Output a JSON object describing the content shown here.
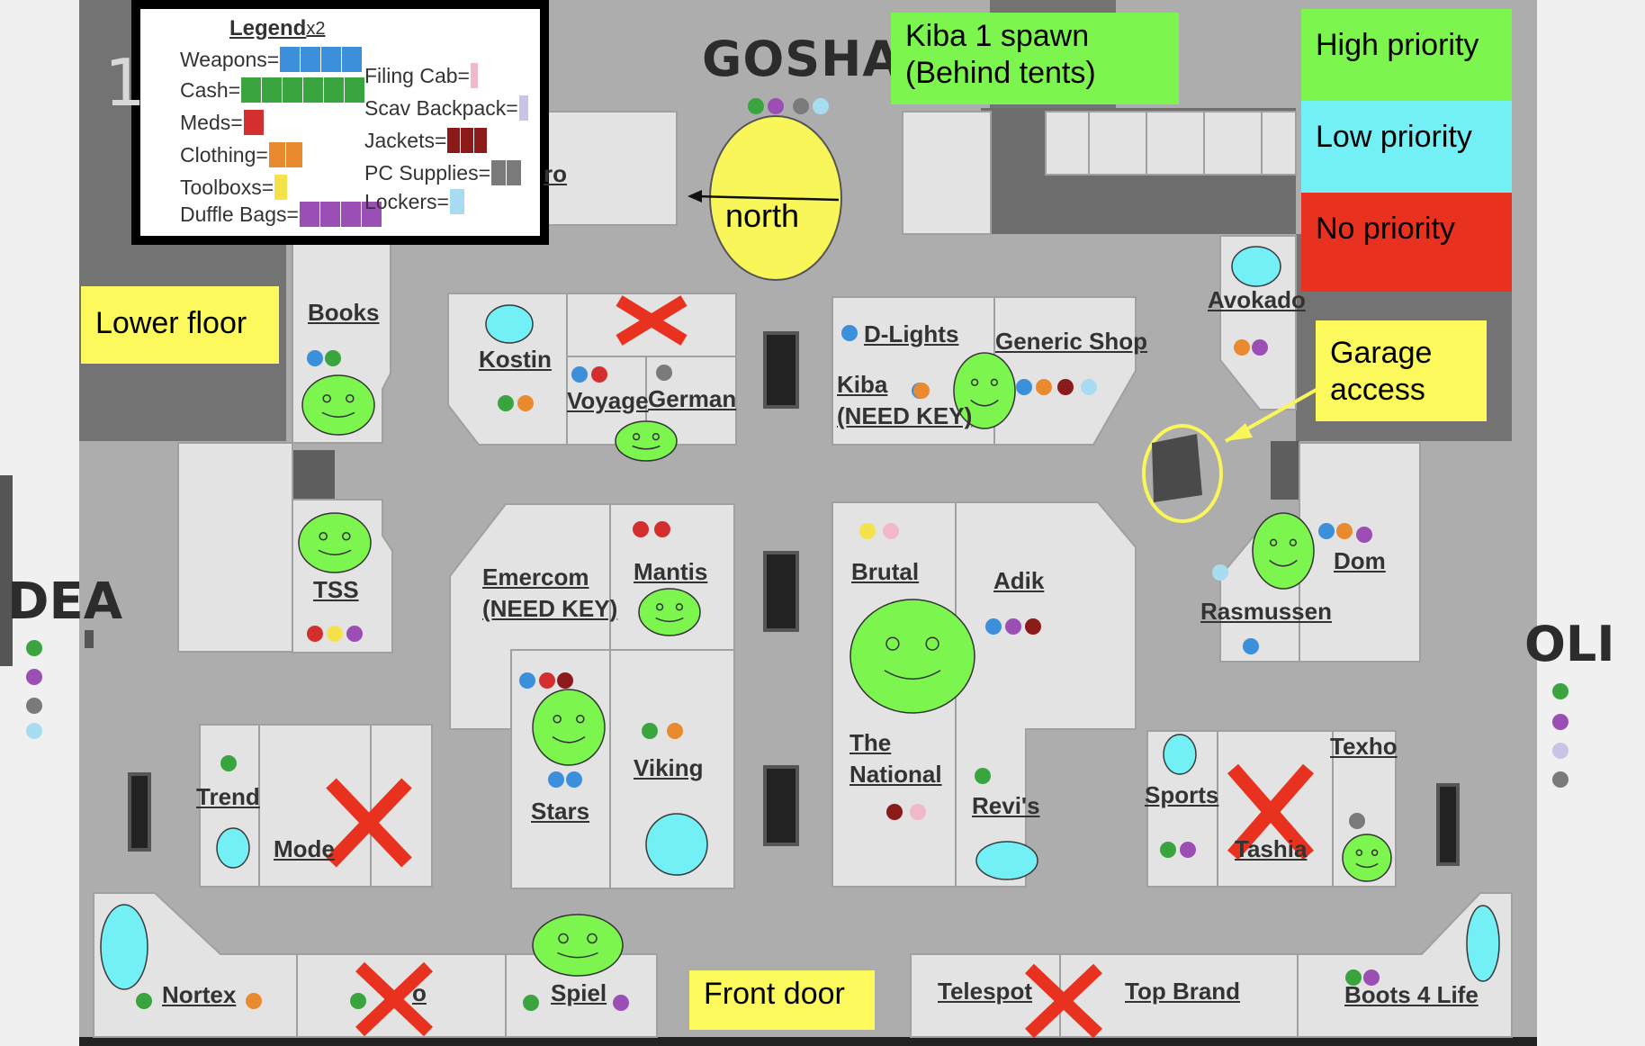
{
  "floor_number": "1",
  "compass": {
    "label": "north"
  },
  "notes": {
    "lower_floor": "Lower floor",
    "kiba_spawn": "Kiba 1 spawn\n(Behind tents)",
    "garage_access": "Garage\naccess",
    "front_door": "Front door"
  },
  "priority_key": [
    {
      "label": "High priority",
      "color": "#7cf54f"
    },
    {
      "label": "Low priority",
      "color": "#72f0f5"
    },
    {
      "label": "No priority",
      "color": "#e8321f"
    }
  ],
  "legend": {
    "title": "Legend",
    "multiplier": "x2",
    "items": [
      {
        "label": "Weapons=",
        "color": "#3b8fdb",
        "count": 4
      },
      {
        "label": "Cash=",
        "color": "#3aa53e",
        "count": 6
      },
      {
        "label": "Meds=",
        "color": "#d42f2f",
        "count": 1
      },
      {
        "label": "Clothing=",
        "color": "#e98a2e",
        "count": 2
      },
      {
        "label": "Toolboxs=",
        "color": "#f4e24a",
        "count": 1
      },
      {
        "label": "Duffle Bags=",
        "color": "#9b4fb5",
        "count": 4
      },
      {
        "label": "Filing Cab=",
        "color": "#f0b9c8",
        "count": 1
      },
      {
        "label": "Scav Backpack=",
        "color": "#c9c3e6",
        "count": 1
      },
      {
        "label": "Jackets=",
        "color": "#8b1a1a",
        "count": 3
      },
      {
        "label": "PC Supplies=",
        "color": "#7a7a7a",
        "count": 2
      },
      {
        "label": "Lockers=",
        "color": "#a8dcf0",
        "count": 1
      }
    ]
  },
  "directions": {
    "goshan": "GOSHAN",
    "idea": "DEA",
    "oli": "OLI"
  },
  "stores": [
    {
      "name": "Books"
    },
    {
      "name": "TSS"
    },
    {
      "name": "Kostin"
    },
    {
      "name": "Voyage"
    },
    {
      "name": "German"
    },
    {
      "name": "D-Lights"
    },
    {
      "name": "Generic Shop"
    },
    {
      "name": "Kiba\n(NEED KEY)"
    },
    {
      "name": "Avokado"
    },
    {
      "name": "Emercom\n(NEED KEY)"
    },
    {
      "name": "Mantis"
    },
    {
      "name": "Brutal"
    },
    {
      "name": "Adik"
    },
    {
      "name": "Dom"
    },
    {
      "name": "Rasmussen"
    },
    {
      "name": "Stars"
    },
    {
      "name": "Viking"
    },
    {
      "name": "The\nNational"
    },
    {
      "name": "Revi's"
    },
    {
      "name": "Trend"
    },
    {
      "name": "Mode"
    },
    {
      "name": "Sports"
    },
    {
      "name": "Texho"
    },
    {
      "name": "Tashia"
    },
    {
      "name": "Nortex"
    },
    {
      "name": "Spiel"
    },
    {
      "name": "Telespot"
    },
    {
      "name": "Top Brand"
    },
    {
      "name": "Boots 4 Life"
    },
    {
      "name": "ro"
    },
    {
      "name": "o"
    }
  ],
  "colors": {
    "floor": "#adadad",
    "store": "#e3e3e3",
    "dark": "#747474",
    "smiley": "#7cf54f",
    "low_marker": "#72f0f5",
    "cross": "#e8321f",
    "compass": "#f9f65a",
    "note_yellow": "#fbf95c"
  }
}
